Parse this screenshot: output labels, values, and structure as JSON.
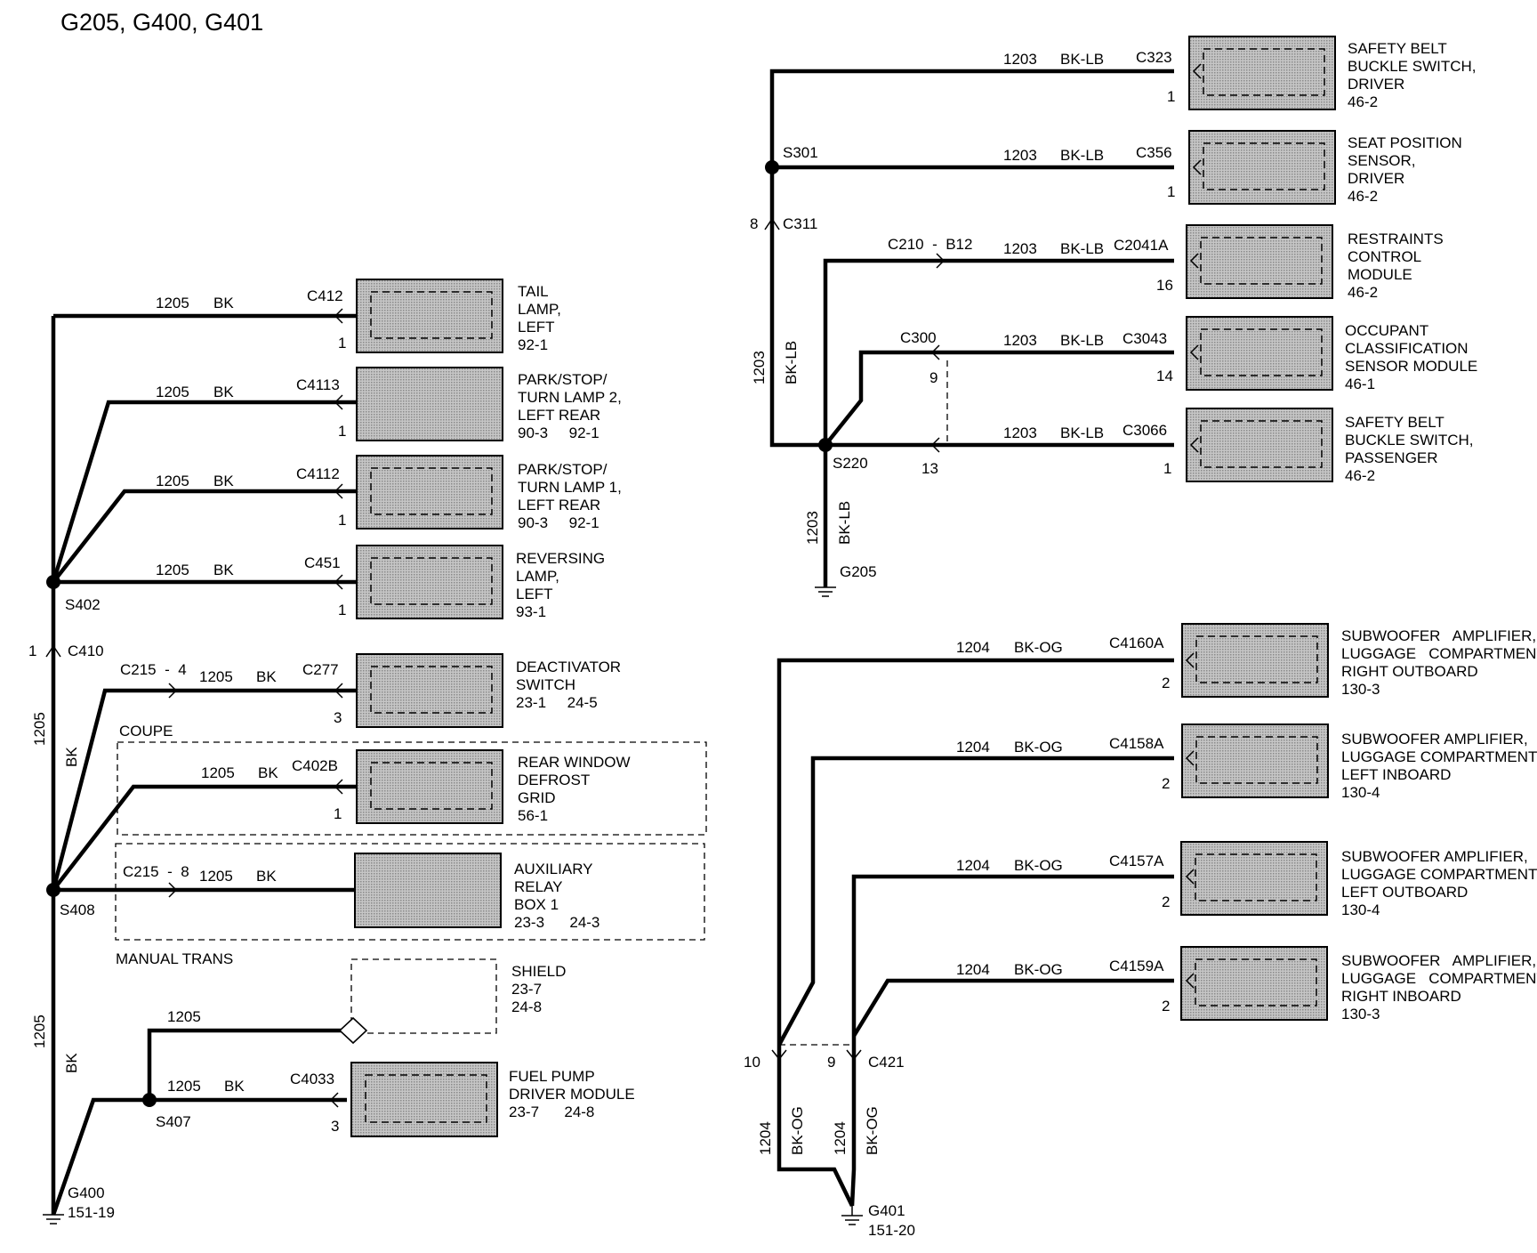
{
  "title": "G205, G400, G401",
  "colors": {
    "ink": "#000000",
    "component_fill": "#b8b8b8",
    "background": "#ffffff"
  },
  "left": {
    "branches": [
      {
        "wire": "1205",
        "color": "BK",
        "connector": "C412",
        "pin": "1",
        "component": [
          "TAIL",
          "LAMP,",
          "LEFT",
          "92-1"
        ]
      },
      {
        "wire": "1205",
        "color": "BK",
        "connector": "C4113",
        "pin": "1",
        "component": [
          "PARK/STOP/",
          "TURN LAMP 2,",
          "LEFT REAR",
          "90-3     92-1"
        ]
      },
      {
        "wire": "1205",
        "color": "BK",
        "connector": "C4112",
        "pin": "1",
        "component": [
          "PARK/STOP/",
          "TURN LAMP 1,",
          "LEFT REAR",
          "90-3     92-1"
        ]
      },
      {
        "wire": "1205",
        "color": "BK",
        "connector": "C451",
        "pin": "1",
        "component": [
          "REVERSING",
          "LAMP,",
          "LEFT",
          "93-1"
        ]
      },
      {
        "wire": "1205",
        "color": "BK",
        "connector": "C277",
        "pin": "3",
        "inline": "C215  -  4",
        "component": [
          "DEACTIVATOR",
          "SWITCH",
          "23-1     24-5"
        ]
      },
      {
        "wire": "1205",
        "color": "BK",
        "connector": "C402B",
        "pin": "1",
        "component": [
          "REAR WINDOW",
          "DEFROST",
          "GRID",
          "56-1"
        ]
      },
      {
        "wire": "1205",
        "color": "BK",
        "inline": "C215  -  8",
        "component": [
          "AUXILIARY",
          "RELAY",
          "BOX 1",
          "23-3      24-3"
        ]
      },
      {
        "wire": "1205",
        "component": [
          "SHIELD",
          "23-7",
          "24-8"
        ]
      },
      {
        "wire": "1205",
        "color": "BK",
        "connector": "C4033",
        "pin": "3",
        "component": [
          "FUEL PUMP",
          "DRIVER MODULE",
          "23-7      24-8"
        ]
      }
    ],
    "splices": {
      "s402": "S402",
      "s408": "S408",
      "s407": "S407"
    },
    "c410": {
      "pin": "1",
      "label": "C410"
    },
    "trunk_upper": {
      "wire": "1205",
      "color": "BK"
    },
    "trunk_lower": {
      "wire": "1205",
      "color": "BK"
    },
    "coupe_label": "COUPE",
    "manual_label": "MANUAL TRANS",
    "ground": {
      "label": "G400",
      "ref": "151-19"
    }
  },
  "top_right": {
    "branches": [
      {
        "wire": "1203",
        "color": "BK-LB",
        "connector": "C323",
        "pin": "1",
        "component": [
          "SAFETY BELT",
          "BUCKLE SWITCH,",
          "DRIVER",
          "46-2"
        ]
      },
      {
        "wire": "1203",
        "color": "BK-LB",
        "connector": "C356",
        "pin": "1",
        "component": [
          "SEAT POSITION",
          "SENSOR,",
          "DRIVER",
          "46-2"
        ]
      },
      {
        "wire": "1203",
        "color": "BK-LB",
        "connector": "C2041A",
        "pin": "16",
        "inline": "C210  -  B12",
        "component": [
          "RESTRAINTS",
          "CONTROL",
          "MODULE",
          "46-2"
        ]
      },
      {
        "wire": "1203",
        "color": "BK-LB",
        "connector": "C3043",
        "pin": "14",
        "inline": "C300",
        "inline_pin": "9",
        "component": [
          "OCCUPANT",
          "CLASSIFICATION",
          "SENSOR MODULE",
          "46-1"
        ]
      },
      {
        "wire": "1203",
        "color": "BK-LB",
        "connector": "C3066",
        "pin": "1",
        "inline_pin": "13",
        "component": [
          "SAFETY BELT",
          "BUCKLE SWITCH,",
          "PASSENGER",
          "46-2"
        ]
      }
    ],
    "splices": {
      "s301": "S301",
      "s220": "S220"
    },
    "c311": {
      "pin": "8",
      "label": "C311"
    },
    "trunk": {
      "wire": "1203",
      "color": "BK-LB"
    },
    "to_ground": {
      "wire": "1203",
      "color": "BK-LB"
    },
    "ground": {
      "label": "G205"
    }
  },
  "bottom_right": {
    "branches": [
      {
        "wire": "1204",
        "color": "BK-OG",
        "connector": "C4160A",
        "pin": "2",
        "component": [
          "SUBWOOFER   AMPLIFIER,",
          "LUGGAGE   COMPARTMENT",
          "RIGHT OUTBOARD",
          "130-3"
        ]
      },
      {
        "wire": "1204",
        "color": "BK-OG",
        "connector": "C4158A",
        "pin": "2",
        "component": [
          "SUBWOOFER AMPLIFIER,",
          "LUGGAGE COMPARTMENT",
          "LEFT INBOARD",
          "130-4"
        ]
      },
      {
        "wire": "1204",
        "color": "BK-OG",
        "connector": "C4157A",
        "pin": "2",
        "component": [
          "SUBWOOFER AMPLIFIER,",
          "LUGGAGE COMPARTMENT",
          "LEFT OUTBOARD",
          "130-4"
        ]
      },
      {
        "wire": "1204",
        "color": "BK-OG",
        "connector": "C4159A",
        "pin": "2",
        "component": [
          "SUBWOOFER   AMPLIFIER,",
          "LUGGAGE   COMPARTMENT",
          "RIGHT INBOARD",
          "130-3"
        ]
      }
    ],
    "c421": {
      "label": "C421",
      "pin_a": "10",
      "pin_b": "9"
    },
    "leg_a": {
      "wire": "1204",
      "color": "BK-OG"
    },
    "leg_b": {
      "wire": "1204",
      "color": "BK-OG"
    },
    "ground": {
      "label": "G401",
      "ref": "151-20"
    }
  }
}
